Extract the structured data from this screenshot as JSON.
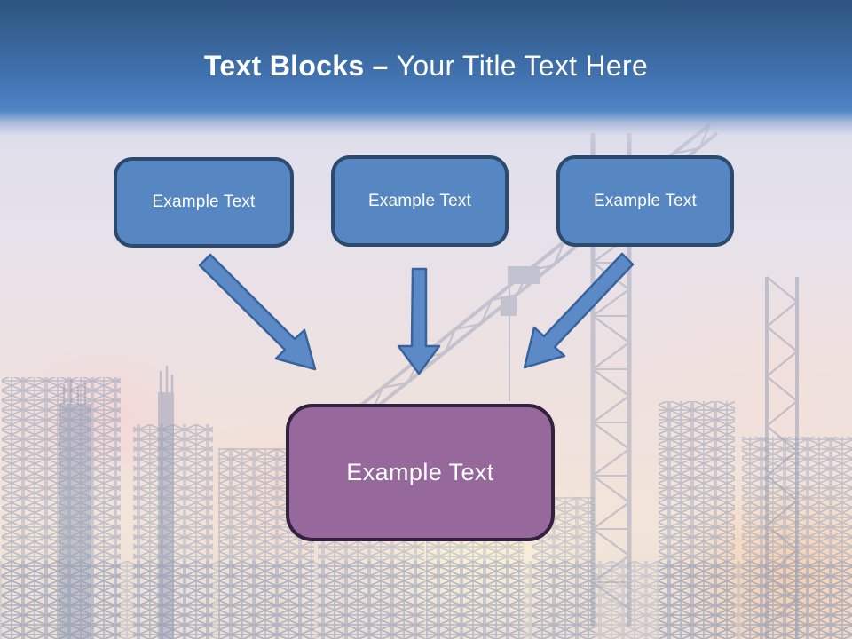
{
  "title": {
    "emphasis": "Text Blocks",
    "dash": "–",
    "remainder": "Your Title Text Here"
  },
  "blocks": [
    {
      "label": "Example Text"
    },
    {
      "label": "Example Text"
    },
    {
      "label": "Example Text"
    }
  ],
  "result": {
    "label": "Example Text"
  },
  "background": {
    "scene": "construction-site-sunset-silhouette"
  },
  "colors": {
    "header_top": "#2e5480",
    "header_bottom": "#4e84c7",
    "title_text": "#ffffff",
    "block_fill": "#5787c3",
    "block_border": "#2b4a6d",
    "arrow_fill": "#5b8ac7",
    "arrow_border": "#38639c",
    "result_fill": "#96689c",
    "result_border": "#34213f",
    "shape_text": "#ffffff",
    "silhouette": "#949eb6"
  }
}
